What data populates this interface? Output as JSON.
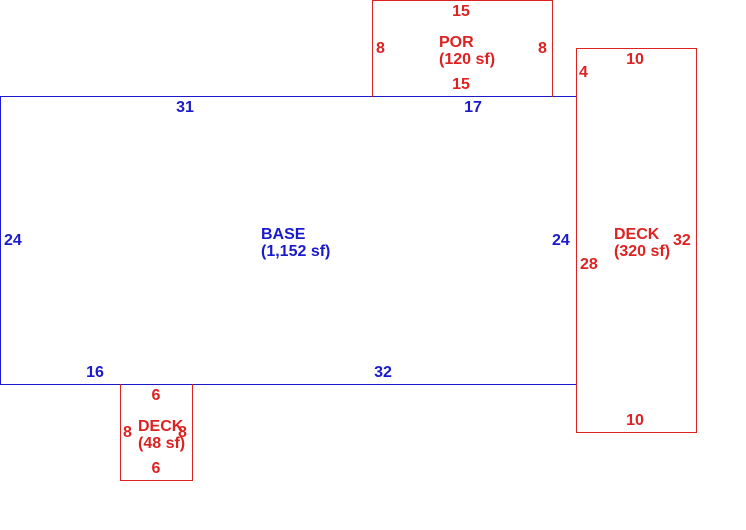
{
  "colors": {
    "base": "#1a1acc",
    "addition": "#dd2222"
  },
  "areas": {
    "base": {
      "name": "BASE",
      "area": "(1,152 sf)",
      "dims": {
        "top_left": "31",
        "top_right": "17",
        "left": "24",
        "right": "24",
        "bottom_left": "16",
        "bottom_right": "32"
      }
    },
    "porch": {
      "name": "POR",
      "area": "(120 sf)",
      "dims": {
        "top": "15",
        "bottom": "15",
        "left": "8",
        "right": "8"
      }
    },
    "deck_right": {
      "name": "DECK",
      "area": "(320 sf)",
      "dims": {
        "top": "10",
        "bottom": "10",
        "left_upper": "4",
        "left_lower": "28",
        "right": "32"
      }
    },
    "deck_bottom": {
      "name": "DECK",
      "area": "(48 sf)",
      "dims": {
        "top": "6",
        "bottom": "6",
        "left": "8",
        "right": "8"
      }
    }
  }
}
